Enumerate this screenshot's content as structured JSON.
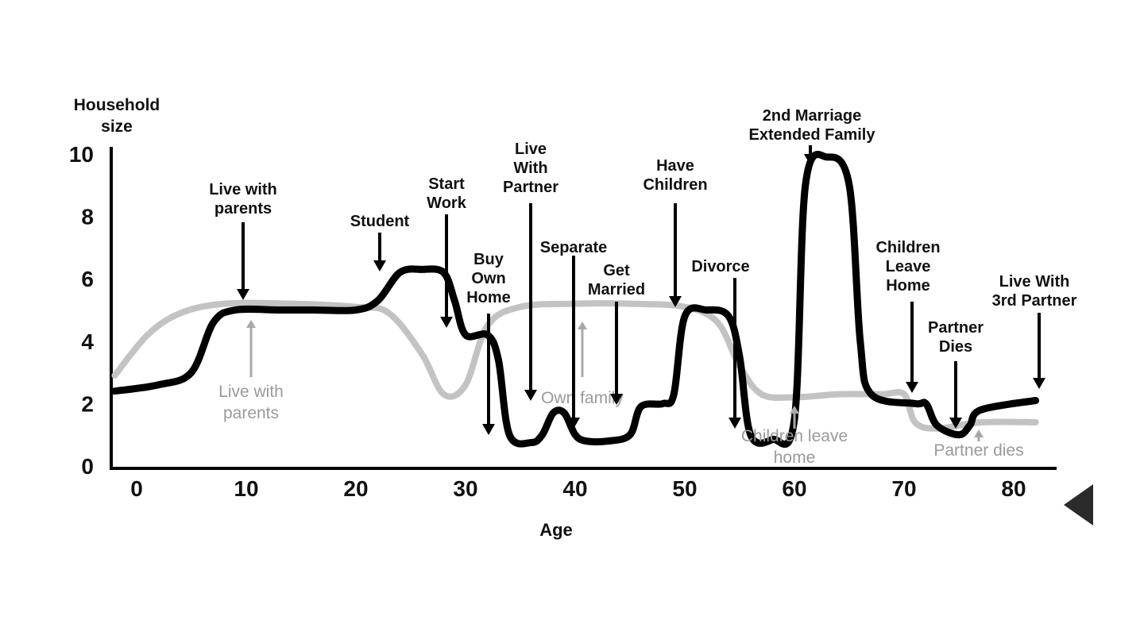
{
  "chart_data": {
    "type": "line",
    "ylabel": [
      "Household",
      "size"
    ],
    "xlabel": "Age",
    "xlim": [
      -2,
      83
    ],
    "ylim": [
      0,
      10.5
    ],
    "x_ticks": [
      "0",
      "10",
      "20",
      "30",
      "40",
      "50",
      "60",
      "70",
      "80"
    ],
    "y_ticks": [
      "0",
      "2",
      "4",
      "6",
      "8",
      "10"
    ],
    "series": [
      {
        "color": "#000000",
        "points": [
          [
            -2,
            2.4
          ],
          [
            2,
            2.6
          ],
          [
            5,
            3.0
          ],
          [
            7,
            4.6
          ],
          [
            9,
            5.0
          ],
          [
            13,
            5.0
          ],
          [
            16,
            5.0
          ],
          [
            20,
            5.0
          ],
          [
            22,
            5.3
          ],
          [
            24,
            6.2
          ],
          [
            26,
            6.3
          ],
          [
            28,
            6.2
          ],
          [
            29,
            5.3
          ],
          [
            30,
            4.2
          ],
          [
            32,
            4.2
          ],
          [
            33,
            3.4
          ],
          [
            34,
            1.0
          ],
          [
            36,
            0.75
          ],
          [
            37,
            1.0
          ],
          [
            38,
            1.7
          ],
          [
            39,
            1.7
          ],
          [
            40,
            1.0
          ],
          [
            41,
            0.8
          ],
          [
            43,
            0.8
          ],
          [
            45,
            1.0
          ],
          [
            46,
            1.9
          ],
          [
            48,
            2.0
          ],
          [
            49,
            2.3
          ],
          [
            50,
            4.8
          ],
          [
            52,
            5.0
          ],
          [
            54,
            4.8
          ],
          [
            55,
            3.5
          ],
          [
            56,
            1.0
          ],
          [
            58,
            0.85
          ],
          [
            60,
            1.5
          ],
          [
            61,
            9.0
          ],
          [
            63,
            9.9
          ],
          [
            65,
            9.0
          ],
          [
            66,
            4.0
          ],
          [
            67,
            2.3
          ],
          [
            71,
            2.0
          ],
          [
            72,
            2.0
          ],
          [
            73,
            1.3
          ],
          [
            75,
            1.0
          ],
          [
            76,
            1.3
          ],
          [
            77,
            1.8
          ],
          [
            82,
            2.1
          ]
        ]
      },
      {
        "color": "#c3c3c3",
        "points": [
          [
            -2,
            2.9
          ],
          [
            1,
            4.2
          ],
          [
            4,
            4.9
          ],
          [
            8,
            5.2
          ],
          [
            14,
            5.2
          ],
          [
            20,
            5.1
          ],
          [
            23,
            4.9
          ],
          [
            26,
            3.6
          ],
          [
            28,
            2.3
          ],
          [
            30,
            2.6
          ],
          [
            32,
            4.5
          ],
          [
            35,
            5.1
          ],
          [
            40,
            5.2
          ],
          [
            45,
            5.2
          ],
          [
            50,
            5.1
          ],
          [
            53,
            4.6
          ],
          [
            55,
            3.2
          ],
          [
            57,
            2.3
          ],
          [
            60,
            2.2
          ],
          [
            64,
            2.3
          ],
          [
            68,
            2.3
          ],
          [
            70,
            2.3
          ],
          [
            71,
            1.4
          ],
          [
            73,
            1.2
          ],
          [
            77,
            1.4
          ],
          [
            82,
            1.4
          ]
        ]
      }
    ],
    "events": [
      {
        "lines": [
          "Live with",
          "parents"
        ],
        "x": 12,
        "y": 5.0
      },
      {
        "lines": [
          "Student"
        ],
        "x": 25,
        "y": 6.3
      },
      {
        "lines": [
          "Start",
          "Work"
        ],
        "x": 31,
        "y": 4.2
      },
      {
        "lines": [
          "Buy",
          "Own",
          "Home"
        ],
        "x": 35,
        "y": 0.9
      },
      {
        "lines": [
          "Live",
          "With",
          "Partner"
        ],
        "x": 38.5,
        "y": 1.8
      },
      {
        "lines": [
          "Separate"
        ],
        "x": 43,
        "y": 0.9
      },
      {
        "lines": [
          "Get",
          "Married"
        ],
        "x": 47,
        "y": 2.0
      },
      {
        "lines": [
          "Have",
          "Children"
        ],
        "x": 52,
        "y": 5.0
      },
      {
        "lines": [
          "Divorce"
        ],
        "x": 56.5,
        "y": 1.1
      },
      {
        "lines": [
          "2nd Marriage",
          "Extended Family"
        ],
        "x": 62.5,
        "y": 10.0
      },
      {
        "lines": [
          "Children",
          "Leave",
          "Home"
        ],
        "x": 71,
        "y": 2.3
      },
      {
        "lines": [
          "Partner",
          "Dies"
        ],
        "x": 75,
        "y": 1.2
      },
      {
        "lines": [
          "Live With",
          "3rd Partner"
        ],
        "x": 82,
        "y": 2.5
      }
    ],
    "annotations": [
      {
        "lines": [
          "Live with",
          "parents"
        ],
        "x": 11,
        "y": 5.0
      },
      {
        "lines": [
          "Own family"
        ],
        "x": 43,
        "y": 4.7
      },
      {
        "lines": [
          "Children leave",
          "home"
        ],
        "x": 60,
        "y": 2.1
      },
      {
        "lines": [
          "Partner dies"
        ],
        "x": 75,
        "y": 1.25
      }
    ]
  }
}
